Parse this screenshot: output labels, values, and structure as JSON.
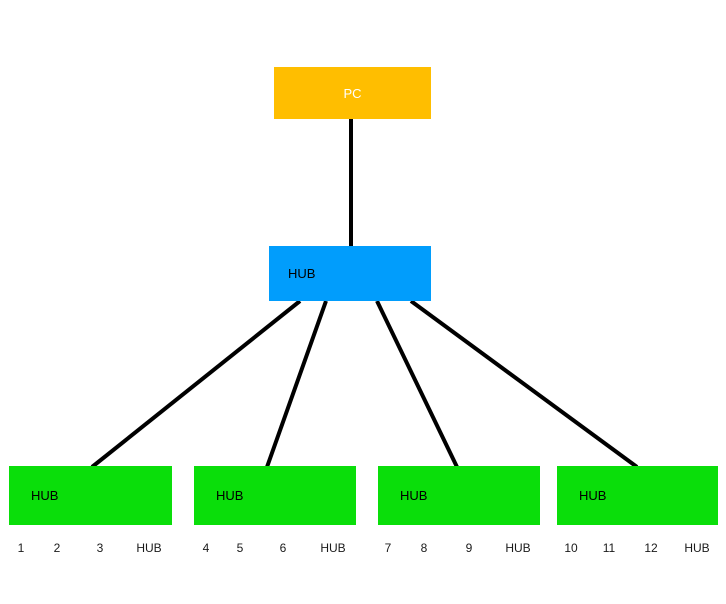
{
  "diagram": {
    "type": "network-topology-tree",
    "background_color": "#ffffff",
    "nodes": {
      "pc": {
        "label": "PC",
        "color": "#FFBE00",
        "text_color": "#ffffff"
      },
      "hub_main": {
        "label": "HUB",
        "color": "#019DFC",
        "text_color": "#000000"
      },
      "leaf_hubs": [
        {
          "label": "HUB",
          "color": "#0ADE0A",
          "text_color": "#000000"
        },
        {
          "label": "HUB",
          "color": "#0ADE0A",
          "text_color": "#000000"
        },
        {
          "label": "HUB",
          "color": "#0ADE0A",
          "text_color": "#000000"
        },
        {
          "label": "HUB",
          "color": "#0ADE0A",
          "text_color": "#000000"
        }
      ]
    },
    "edges": {
      "color": "#000000",
      "width": 4
    },
    "port_rows": [
      {
        "labels": [
          "1",
          "2",
          "3",
          "HUB"
        ],
        "positions": [
          21,
          57,
          100,
          149
        ]
      },
      {
        "labels": [
          "4",
          "5",
          "6",
          "HUB"
        ],
        "positions": [
          21,
          55,
          98,
          148
        ]
      },
      {
        "labels": [
          "7",
          "8",
          "9",
          "HUB"
        ],
        "positions": [
          18,
          54,
          99,
          148
        ]
      },
      {
        "labels": [
          "10",
          "11",
          "12",
          "HUB"
        ],
        "positions": [
          22,
          60,
          102,
          148
        ]
      }
    ]
  }
}
